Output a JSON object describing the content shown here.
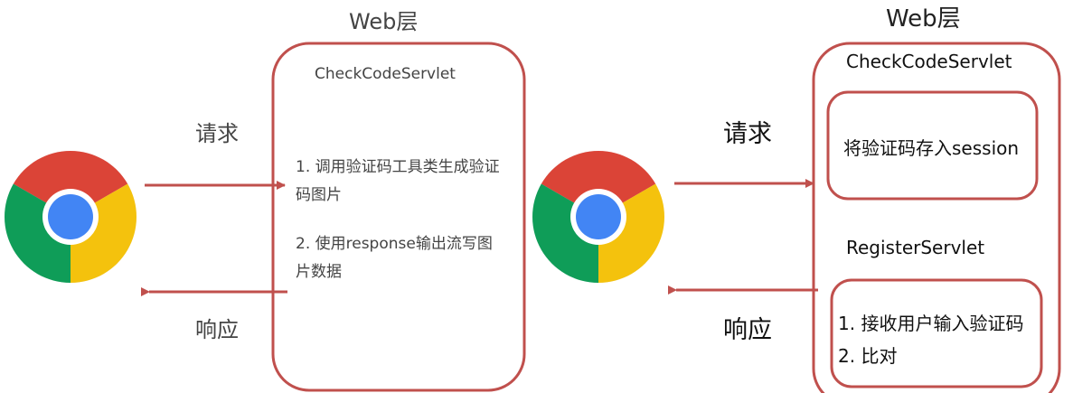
{
  "left": {
    "layer_title": "Web层",
    "servlet": "CheckCodeServlet",
    "steps": [
      "1. 调用验证码工具类生成验证码图片",
      "2. 使用response输出流写图片数据"
    ],
    "request_label": "请求",
    "response_label": "响应"
  },
  "right": {
    "layer_title": "Web层",
    "servlet_1": "CheckCodeServlet",
    "servlet_1_action": "将验证码存入session",
    "servlet_2": "RegisterServlet",
    "servlet_2_steps": [
      "1. 接收用户输入验证码",
      "2. 比对"
    ],
    "request_label": "请求",
    "response_label": "响应"
  },
  "icons": [
    "chrome-browser-icon",
    "chrome-browser-icon"
  ],
  "colors": {
    "border": "#c0504d",
    "arrow": "#c0504d"
  }
}
